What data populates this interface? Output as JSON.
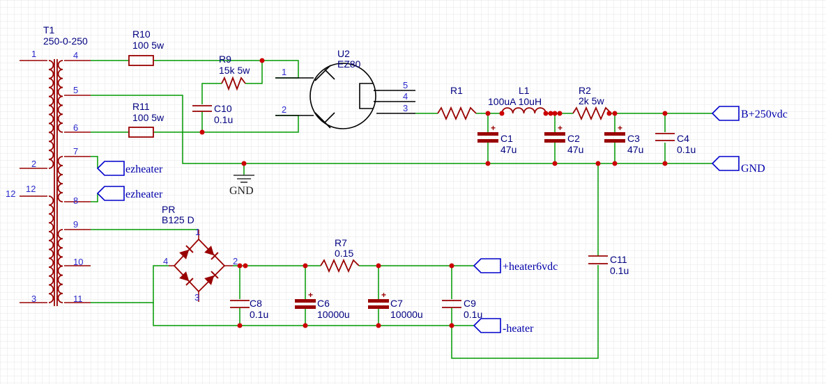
{
  "colors": {
    "wire": "#009900",
    "component": "#990000",
    "junction": "#cc0000",
    "label": "#000080",
    "net_port": "#0000cc",
    "grid": "#e3e3e3"
  },
  "transformer": {
    "ref": "T1",
    "value": "250-0-250",
    "primary_pins": [
      "1",
      "2",
      "12",
      "3"
    ],
    "secondary_pins": [
      "4",
      "5",
      "6",
      "7",
      "8",
      "9",
      "10",
      "11"
    ],
    "extra_label": "12"
  },
  "resistors": {
    "r10": {
      "ref": "R10",
      "value": "100 5w"
    },
    "r9": {
      "ref": "R9",
      "value": "15k 5w"
    },
    "r11": {
      "ref": "R11",
      "value": "100 5w"
    },
    "r1": {
      "ref": "R1",
      "value": ""
    },
    "r2": {
      "ref": "R2",
      "value": "2k 5w"
    },
    "r7": {
      "ref": "R7",
      "value": "0.15"
    }
  },
  "inductor": {
    "ref": "L1",
    "value": "100uA 10uH"
  },
  "capacitors": {
    "c10": {
      "ref": "C10",
      "value": "0.1u"
    },
    "c1": {
      "ref": "C1",
      "value": "47u"
    },
    "c2": {
      "ref": "C2",
      "value": "47u"
    },
    "c3": {
      "ref": "C3",
      "value": "47u"
    },
    "c4": {
      "ref": "C4",
      "value": "0.1u"
    },
    "c11": {
      "ref": "C11",
      "value": "0.1u"
    },
    "c8": {
      "ref": "C8",
      "value": "0.1u"
    },
    "c6": {
      "ref": "C6",
      "value": "10000u"
    },
    "c7": {
      "ref": "C7",
      "value": "10000u"
    },
    "c9": {
      "ref": "C9",
      "value": "0.1u"
    }
  },
  "tube": {
    "ref": "U2",
    "value": "EZ80",
    "pins": [
      "1",
      "2",
      "5",
      "4",
      "3"
    ]
  },
  "bridge": {
    "ref": "PR",
    "value": "B125 D",
    "pins": [
      "1",
      "2",
      "3",
      "4"
    ]
  },
  "ground_symbol": {
    "label": "GND"
  },
  "nets": {
    "b_plus": "B+250vdc",
    "gnd": "GND",
    "ezheater_1": "ezheater",
    "ezheater_2": "ezheater",
    "heater_plus": "+heater6vdc",
    "heater_minus": "-heater"
  },
  "polarity_mark": "+"
}
